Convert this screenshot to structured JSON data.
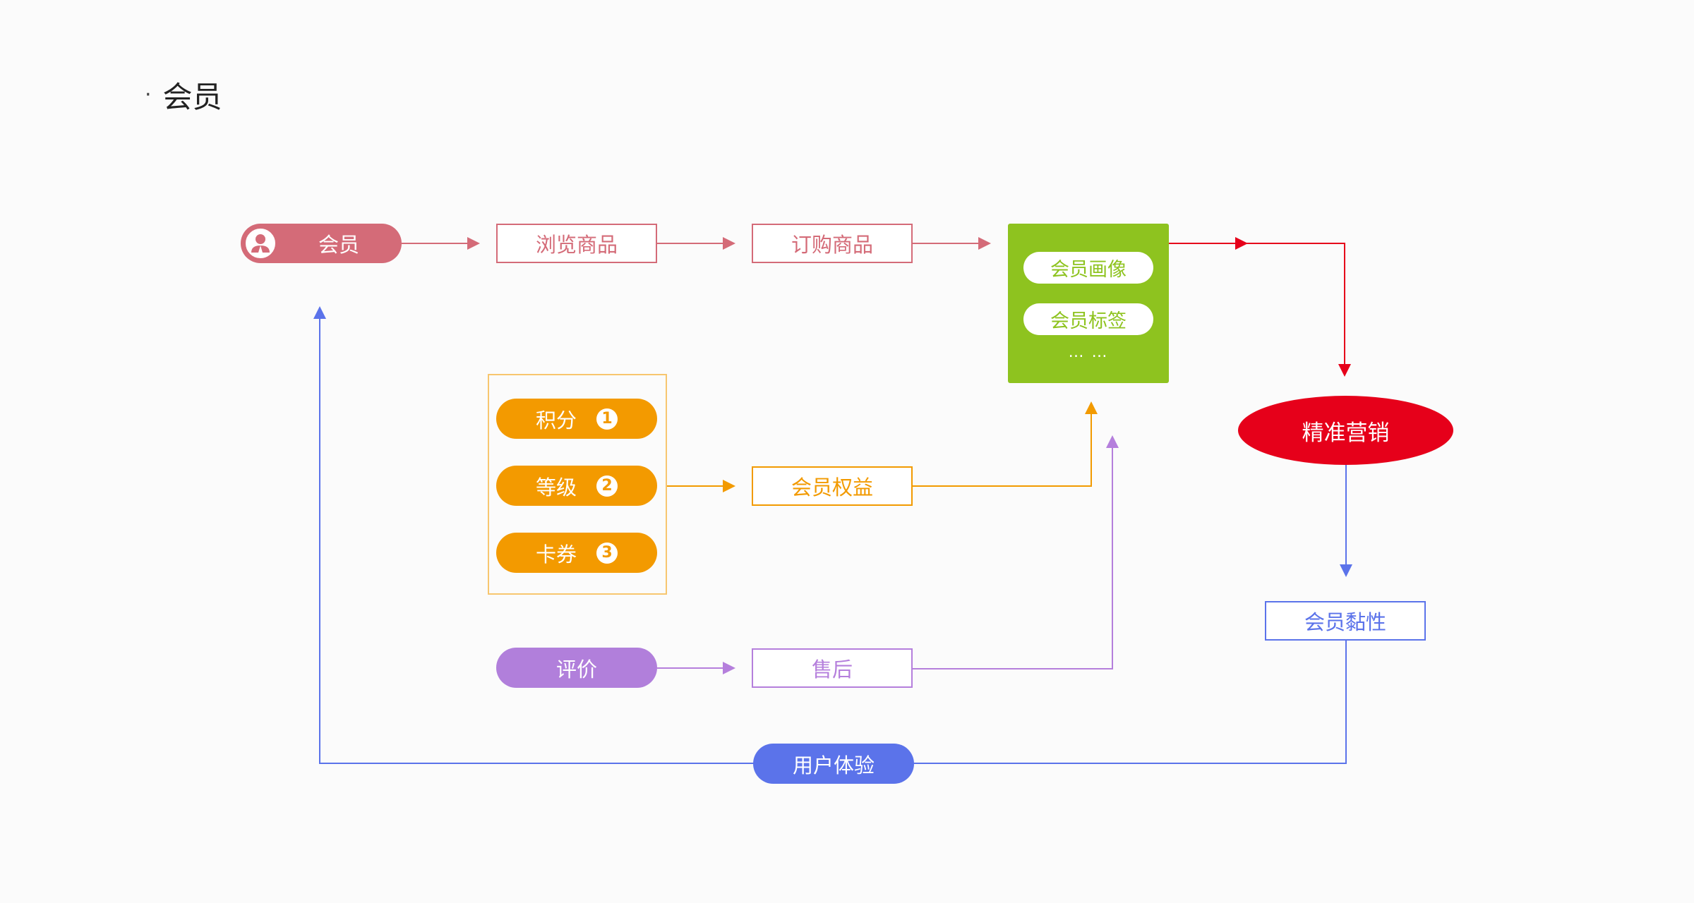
{
  "heading": {
    "bullet": "·",
    "title": "会员"
  },
  "nodes": {
    "member": "会员",
    "browse": "浏览商品",
    "order": "订购商品",
    "member_benefits": "会员权益",
    "after_sales": "售后",
    "precise_marketing": "精准营销",
    "member_stickiness": "会员黏性",
    "user_experience": "用户体验"
  },
  "benefit_items": [
    {
      "label": "积分",
      "num": "1"
    },
    {
      "label": "等级",
      "num": "2"
    },
    {
      "label": "卡券",
      "num": "3"
    }
  ],
  "review": "评价",
  "profile_panel": {
    "items": [
      "会员画像",
      "会员标签"
    ],
    "more": "… …"
  },
  "colors": {
    "member_flow": "#d46b78",
    "benefit": "#f29a00",
    "after_sales": "#b57fdc",
    "profile": "#8ec31f",
    "marketing": "#e6001a",
    "experience": "#5b73ea"
  }
}
